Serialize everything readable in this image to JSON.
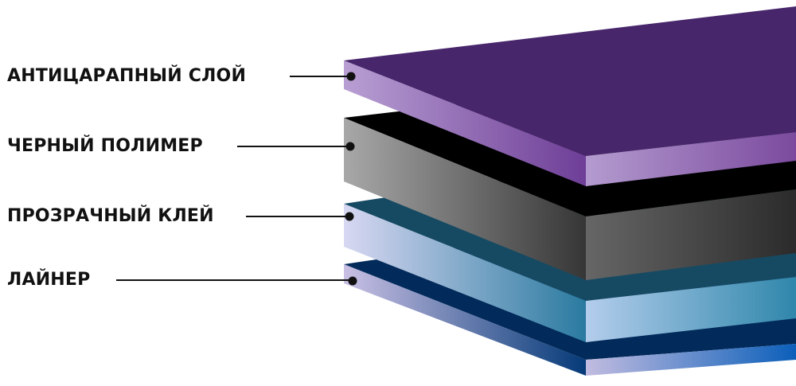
{
  "diagram": {
    "type": "layered-film-structure",
    "layers": [
      {
        "label": "АНТИЦАРАПНЫЙ СЛОЙ",
        "top_color": "#47266b",
        "edge_color_light": "#b8a0d4",
        "edge_color_dark": "#6f3f98"
      },
      {
        "label": "ЧЕРНЫЙ ПОЛИМЕР",
        "top_color": "#000000",
        "edge_color_light": "#a6a6a6",
        "edge_color_dark": "#2e2e2e"
      },
      {
        "label": "ПРОЗРАЧНЫЙ КЛЕЙ",
        "top_color": "#164a63",
        "edge_color_light": "#d6d6f0",
        "edge_color_dark": "#2f7fa3"
      },
      {
        "label": "ЛАЙНЕР",
        "top_color": "#022a5a",
        "edge_color_light": "#c6bde2",
        "edge_color_dark": "#0d5fb8"
      }
    ],
    "leader_color": "#111111"
  }
}
